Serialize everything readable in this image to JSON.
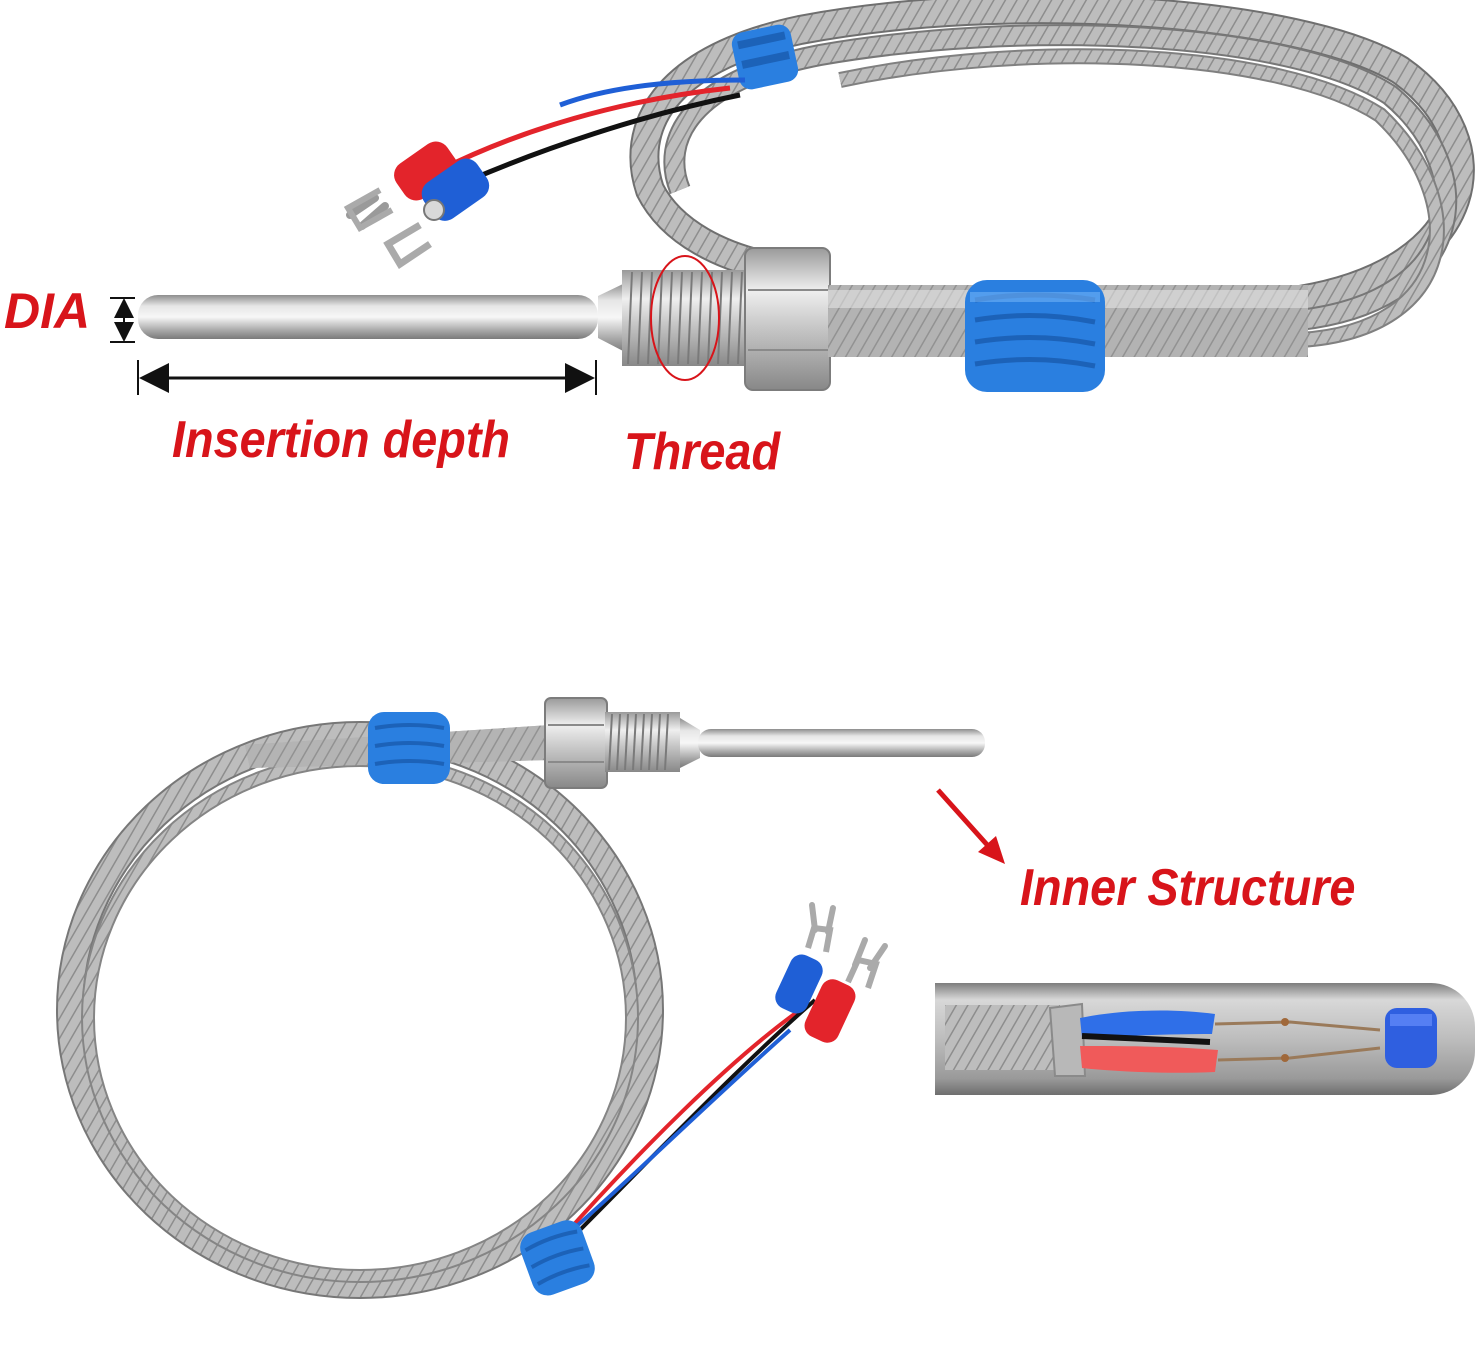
{
  "labels": {
    "dia": "DIA",
    "insertion_depth": "Insertion depth",
    "thread": "Thread",
    "inner_structure": "Inner Structure"
  },
  "colors": {
    "label_red": "#d8141a",
    "tape_blue": "#2a7fe0",
    "steel": "#c9c9c9",
    "wire_red": "#e3242b",
    "wire_blue": "#1f5fd6"
  },
  "icons": {
    "arrow": "red-diagonal-arrow",
    "dimension": "double-headed-arrow"
  }
}
